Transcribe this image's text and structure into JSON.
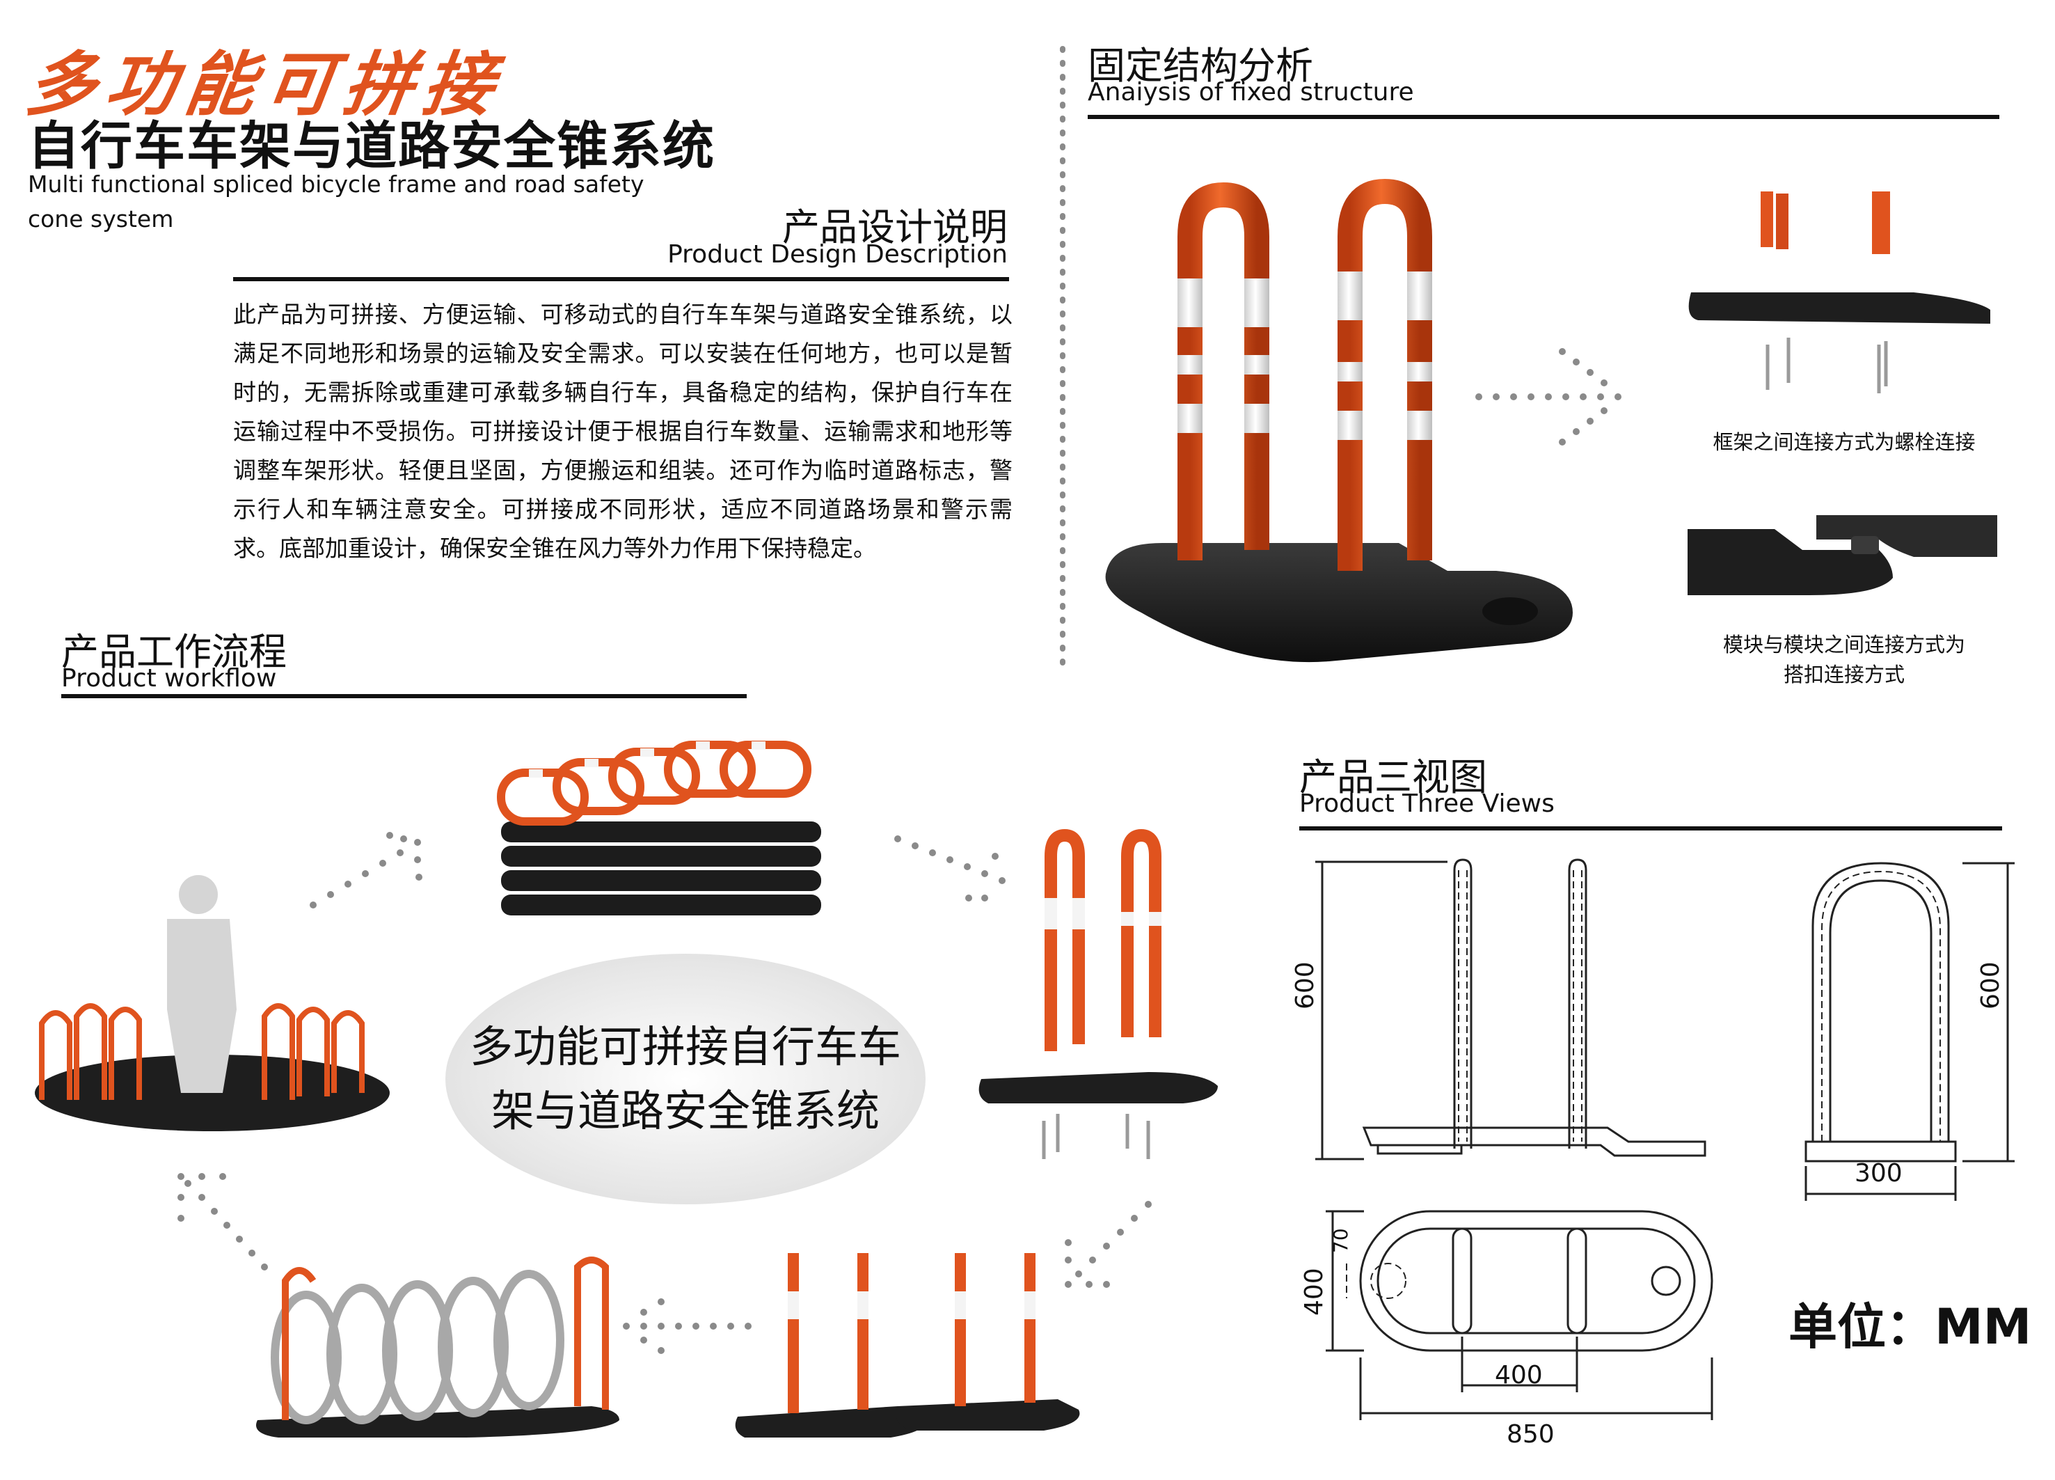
{
  "header": {
    "title_zh_1": "多功能可拼接",
    "title_zh_2": "自行车车架与道路安全锥系统",
    "title_en": "Multi functional spliced bicycle frame and road safety cone system"
  },
  "design_description": {
    "heading_zh": "产品设计说明",
    "heading_en": "Product Design Description",
    "body": "此产品为可拼接、方便运输、可移动式的自行车车架与道路安全锥系统，以满足不同地形和场景的运输及安全需求。可以安装在任何地方，也可以是暂时的，无需拆除或重建可承载多辆自行车，具备稳定的结构，保护自行车在运输过程中不受损伤。可拼接设计便于根据自行车数量、运输需求和地形等调整车架形状。轻便且坚固，方便搬运和组装。还可作为临时道路标志，警示行人和车辆注意安全。可拼接成不同形状，适应不同道路场景和警示需求。底部加重设计，确保安全锥在风力等外力作用下保持稳定。"
  },
  "fixed_structure": {
    "heading_zh": "固定结构分析",
    "heading_en": "Anaiysis of fixed structure",
    "caption_1": "框架之间连接方式为螺栓连接",
    "caption_2_line1": "模块与模块之间连接方式为",
    "caption_2_line2": "搭扣连接方式"
  },
  "workflow": {
    "heading_zh": "产品工作流程",
    "heading_en": "Product workflow",
    "center_text": "多功能可拼接自行车车架与道路安全锥系统"
  },
  "three_views": {
    "heading_zh": "产品三视图",
    "heading_en": "Product Three Views",
    "dim_front_height": "600",
    "dim_side_height": "600",
    "dim_side_width": "300",
    "dim_top_70": "70",
    "dim_top_400_v": "400",
    "dim_top_400_h": "400",
    "dim_top_850": "850",
    "units": "单位：MM"
  },
  "colors": {
    "accent_orange": "#e0531e",
    "base_black": "#1c1c1c",
    "stripe_white": "#f4f4f4"
  }
}
